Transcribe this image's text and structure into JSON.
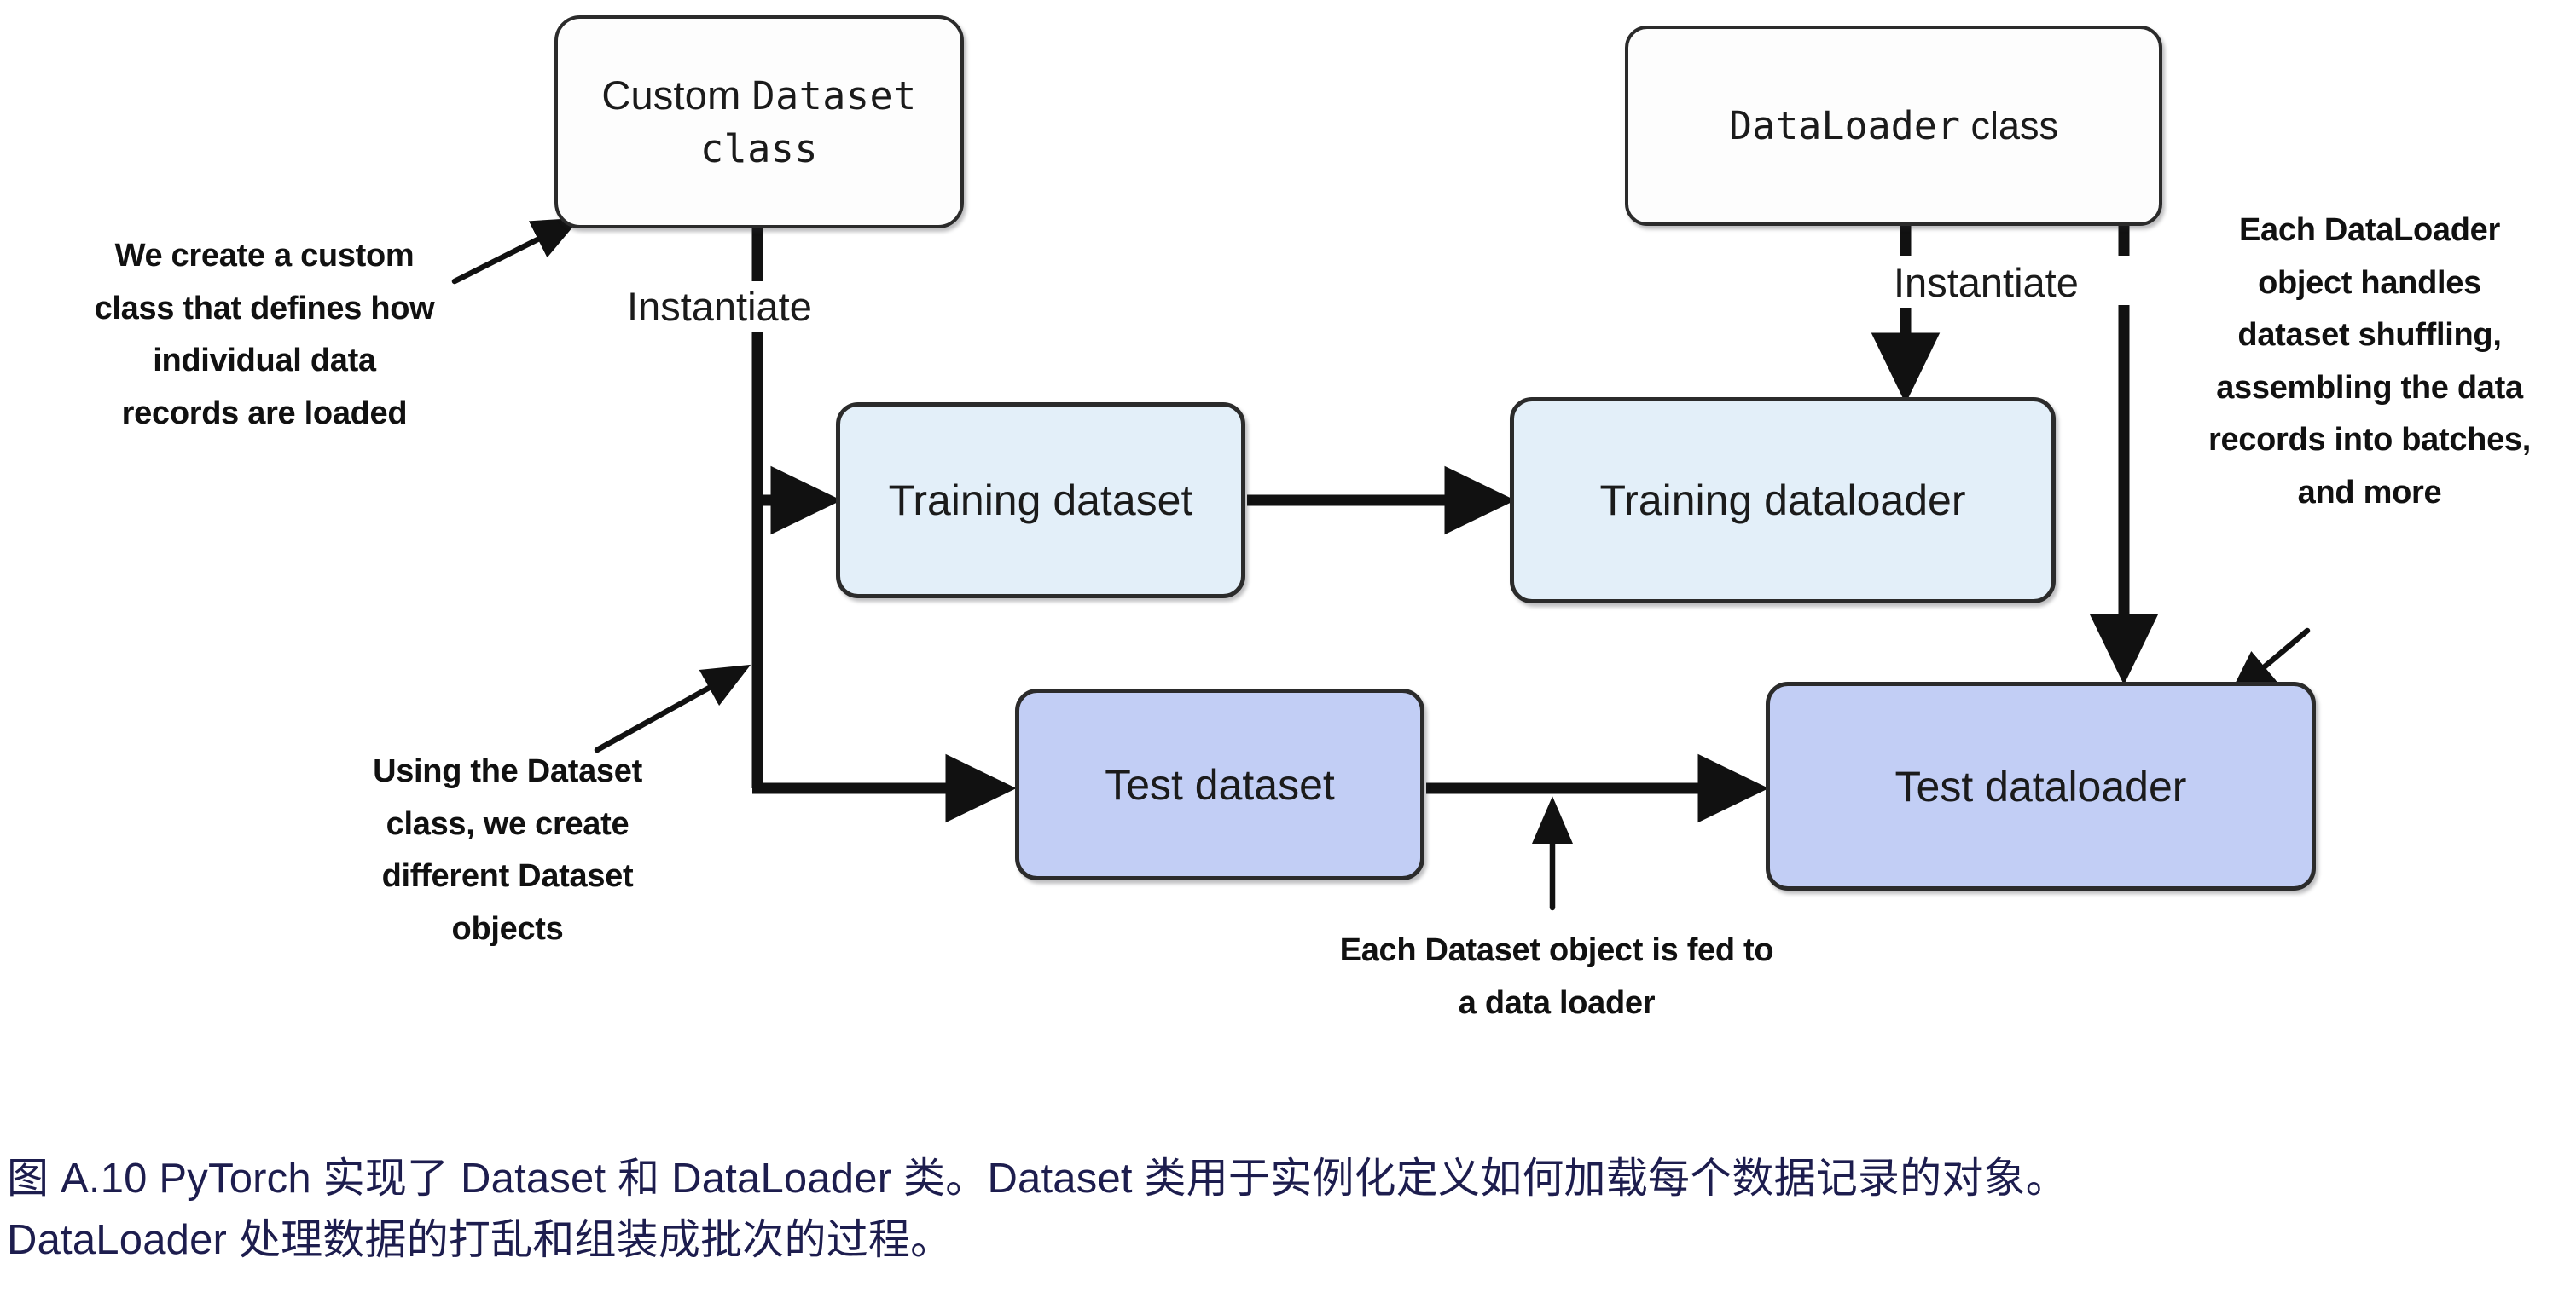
{
  "figure": {
    "nodes": {
      "custom_dataset_class": {
        "line1": "Custom",
        "line2": "Dataset class"
      },
      "dataloader_class": {
        "mono": "DataLoader",
        "sans": " class"
      },
      "training_dataset": "Training dataset",
      "training_dataloader": "Training dataloader",
      "test_dataset": "Test dataset",
      "test_dataloader": "Test dataloader"
    },
    "edge_labels": {
      "instantiate_left": "Instantiate",
      "instantiate_right": "Instantiate"
    },
    "annotations": {
      "custom_class": "We create a custom class that defines how individual data records are loaded",
      "dataset_objects": "Using the Dataset class, we create different Dataset objects",
      "dataloader_object": "Each DataLoader object handles dataset shuffling, assembling the data records into batches, and more",
      "fed_to_loader": "Each Dataset object is fed to a data loader"
    },
    "caption": {
      "line1": "图 A.10 PyTorch 实现了 Dataset 和 DataLoader 类。Dataset 类用于实例化定义如何加载每个数据记录的对象。",
      "line2": "DataLoader 处理数据的打乱和组装成批次的过程。"
    },
    "colors": {
      "background": "#ffffff",
      "stroke": "#2b2b2b",
      "node_plain_fill": "#fdfdfd",
      "node_light_fill": "#e3eff9",
      "node_medium_fill": "#c2cef5",
      "text": "#1b1b1b",
      "annotation_text": "#111111",
      "caption_text": "#1d1d4e"
    }
  }
}
